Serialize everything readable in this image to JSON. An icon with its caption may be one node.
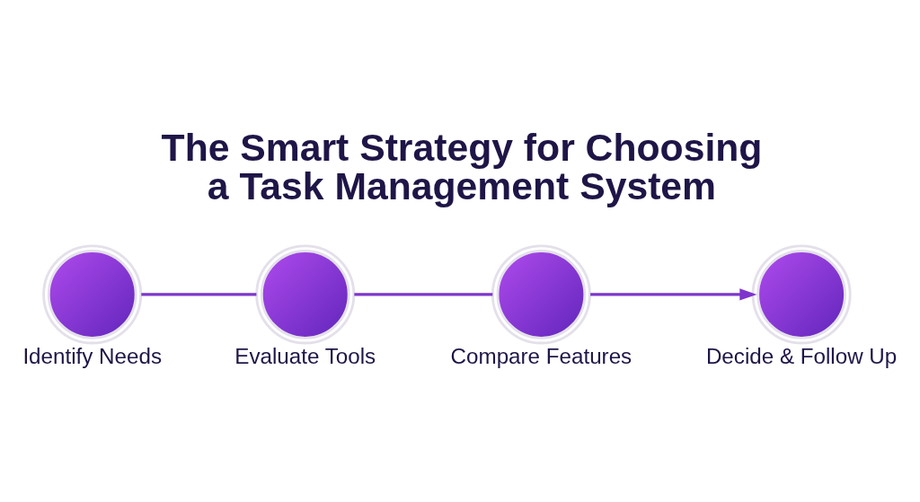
{
  "diagram": {
    "title": "The Smart Strategy for Choosing a Task Management System",
    "nodes": [
      {
        "text": [
          "Identify Needs"
        ]
      },
      {
        "text": [
          "Evaluate Tools"
        ]
      },
      {
        "text": [
          "Compare Features"
        ]
      },
      {
        "text": [
          "Decide & Follow Up"
        ]
      }
    ],
    "edges": [
      {
        "from": 0,
        "to": 1,
        "arrow": "none"
      },
      {
        "from": 1,
        "to": 2,
        "arrow": "none"
      },
      {
        "from": 2,
        "to": 3,
        "arrow": "to"
      }
    ]
  }
}
